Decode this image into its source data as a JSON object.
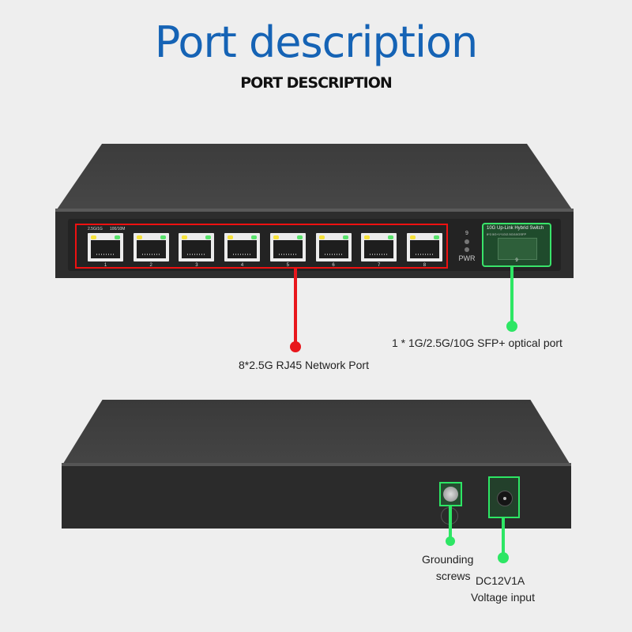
{
  "header": {
    "title": "Port description",
    "subtitle": "PORT DESCRIPTION"
  },
  "front_panel": {
    "led_labels": [
      "2.5G/1G",
      "100/10M"
    ],
    "rj45_ports": [
      "1",
      "2",
      "3",
      "4",
      "5",
      "6",
      "7",
      "8"
    ],
    "status": {
      "sfp_led_label": "9",
      "power_label": "PWR"
    },
    "sfp": {
      "title": "10G Up-Link Hybrid Switch",
      "spec": "8*2.5G+1*1G/2.5G/10GSFP",
      "port_number": "9"
    },
    "callouts": {
      "rj45": "8*2.5G RJ45 Network Port",
      "sfp": "1 * 1G/2.5G/10G SFP+ optical port"
    },
    "colors": {
      "rj45_highlight": "#e8161c",
      "sfp_highlight": "#2de664"
    }
  },
  "rear_panel": {
    "callouts": {
      "grounding_line1": "Grounding",
      "grounding_line2": "screws",
      "power_line1": "DC12V1A",
      "power_line2": "Voltage input"
    }
  }
}
